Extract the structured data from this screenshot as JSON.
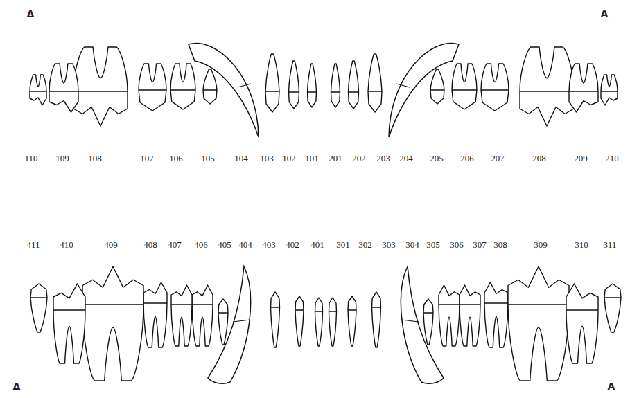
{
  "diagram": {
    "labels": [
      "Δ",
      "A",
      "110",
      "109",
      "108",
      "107",
      "106",
      "105",
      "104",
      "103",
      "102",
      "101",
      "201",
      "202",
      "203",
      "204",
      "205",
      "206",
      "207",
      "208",
      "209",
      "210",
      "411",
      "410",
      "409",
      "408",
      "407",
      "406",
      "405",
      "404",
      "403",
      "402",
      "401",
      "301",
      "302",
      "303",
      "304",
      "305",
      "306",
      "307",
      "308",
      "309",
      "310",
      "311",
      "Δ",
      "A"
    ]
  }
}
